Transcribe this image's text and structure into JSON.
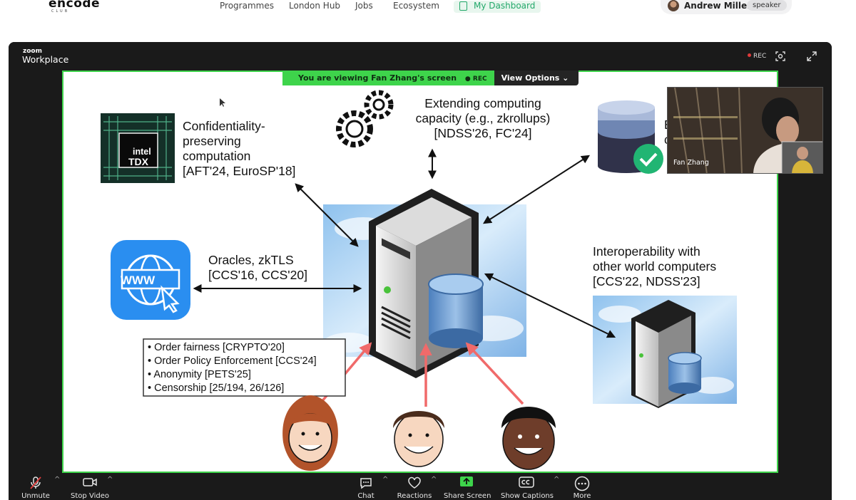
{
  "site": {
    "logo": "encode",
    "logo_sub": "CLUB",
    "nav": [
      {
        "label": "Programmes"
      },
      {
        "label": "London Hub"
      },
      {
        "label": "Jobs"
      },
      {
        "label": "Ecosystem"
      },
      {
        "label": "My Dashboard",
        "active": true
      }
    ],
    "user": {
      "name": "Andrew Miller",
      "role": "speaker"
    }
  },
  "zoom": {
    "logo_top": "zoom",
    "logo_bottom": "Workplace",
    "rec_label": "REC",
    "banner": {
      "viewing_text": "You are viewing  Fan Zhang's screen",
      "rec": "REC",
      "view_options": "View Options"
    },
    "participant_name": "Fan Zhang",
    "toolbar": {
      "unmute": "Unmute",
      "stop_video": "Stop Video",
      "chat": "Chat",
      "reactions": "Reactions",
      "share_screen": "Share Screen",
      "show_captions": "Show Captions",
      "more": "More"
    }
  },
  "slide": {
    "tdx_brand": "intel",
    "tdx_label": "TDX",
    "www_label": "WWW",
    "confidential": [
      "Confidentiality-",
      "preserving",
      "computation",
      "[AFT'24, EuroSP'18]"
    ],
    "extending": [
      "Extending computing",
      "capacity (e.g., zkrollups)",
      "[NDSS'26, FC'24]"
    ],
    "cut_off_text": [
      "E",
      "c"
    ],
    "oracles": [
      "Oracles, zkTLS",
      "[CCS'16, CCS'20]"
    ],
    "interop": [
      "Interoperability with",
      "other world computers",
      "[CCS'22, NDSS'23]"
    ],
    "bullets": [
      "Order fairness [CRYPTO'20]",
      "Order Policy Enforcement [CCS'24]",
      "Anonymity [PETS'25]",
      "Censorship [25/194, 26/126]"
    ]
  },
  "colors": {
    "zoom_green": "#3ed44b",
    "dashboard_green": "#23a86a",
    "www_blue": "#2a8ef0",
    "arrow_red": "#f06a6a"
  }
}
